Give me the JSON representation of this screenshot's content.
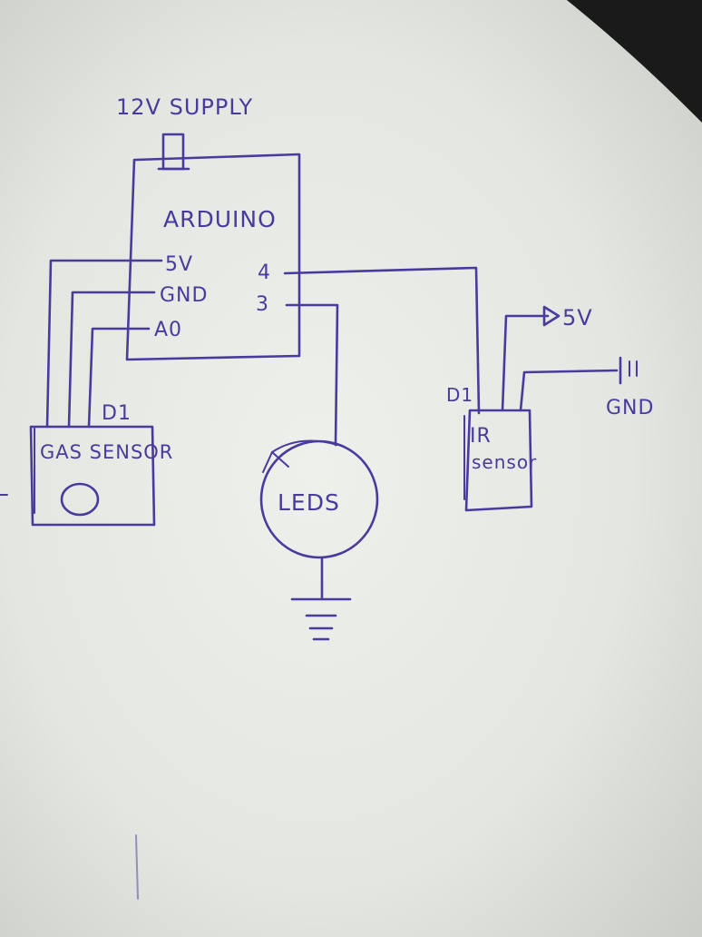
{
  "colors": {
    "ink": "#4a3a9e",
    "paper": "#e6e9e4",
    "shadow": "#1a1a1a"
  },
  "labels": {
    "supply": "12V SUPPLY",
    "arduino": "ARDUINO",
    "pin_5v": "5V",
    "pin_gnd": "GND",
    "pin_a0": "A0",
    "pin_4": "4",
    "pin_3": "3",
    "gas_d1": "D1",
    "gas_sensor": "GAS SENSOR",
    "leds": "LEDS",
    "ir_d1": "D1",
    "ir_line1": "IR",
    "ir_line2": "sensor",
    "ir_5v": "5V",
    "ir_gnd": "GND"
  }
}
